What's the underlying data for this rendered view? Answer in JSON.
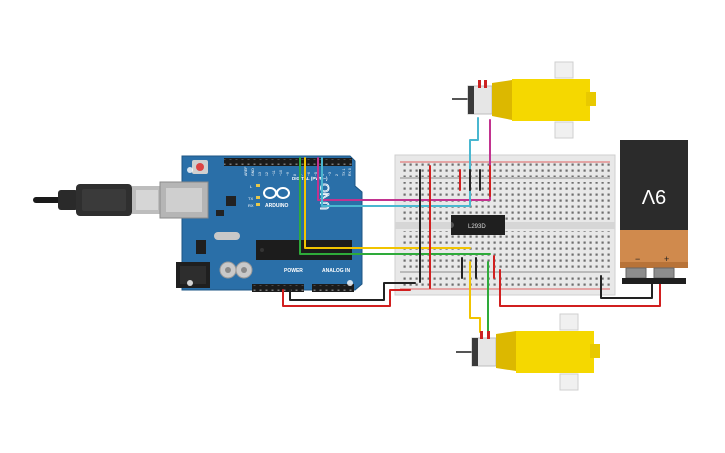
{
  "arduino": {
    "logo_text": "ARDUINO",
    "model_text": "UNO",
    "digital_label": "DIGITAL (PWM~)",
    "power_label": "POWER",
    "analog_label": "ANALOG IN",
    "tx_label": "TX",
    "rx_label": "RX",
    "led_label": "L",
    "pin_labels_top": [
      "AREF",
      "GND",
      "13",
      "12",
      "~11",
      "~10",
      "~9",
      "8",
      "7",
      "~6",
      "~5",
      "4",
      "~3",
      "2",
      "TX 1",
      "RX 0"
    ]
  },
  "chip": {
    "label": "L293D"
  },
  "battery": {
    "label": "9V",
    "minus_label": "−",
    "plus_label": "+"
  },
  "colors": {
    "board": "#2a6fa8",
    "board_dark": "#1d5583",
    "motor_yellow": "#f5d800",
    "wire_red": "#d11f1f",
    "wire_black": "#222222",
    "wire_green": "#2eaa3a",
    "wire_yellow": "#f1c400",
    "wire_magenta": "#c2338f",
    "wire_cyan": "#4ab7d0",
    "battery_top": "#2b2b2b",
    "battery_bottom": "#d08a4d"
  },
  "icons": [
    "usb-cable-icon",
    "dc-motor-icon",
    "battery-icon",
    "ic-chip-icon",
    "breadboard-icon",
    "arduino-board-icon"
  ]
}
